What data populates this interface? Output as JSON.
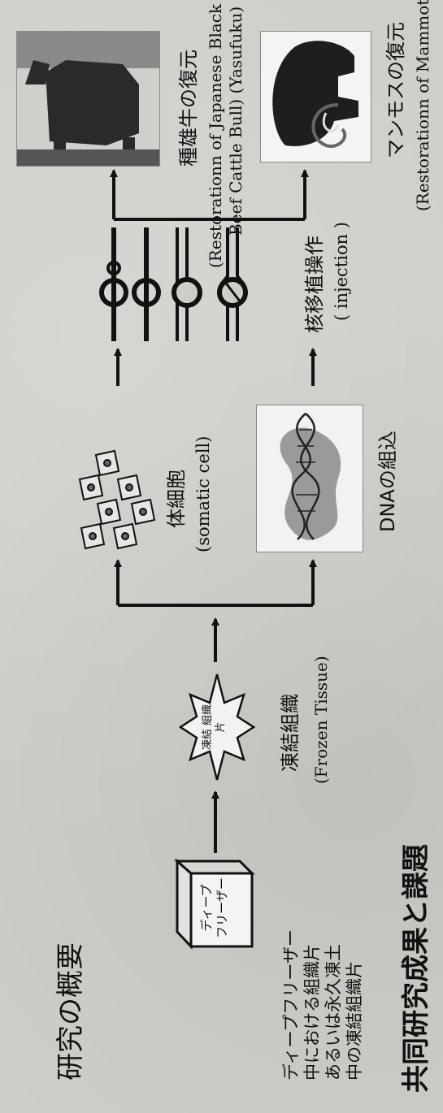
{
  "overview_title": "研究の概要",
  "results_title": "共同研究成果と課題",
  "freezer": {
    "label": "ディープ フリーザー",
    "desc": [
      "ディープフリーザー",
      "中における組織片",
      "あるいは永久凍土",
      "中の凍結組織片"
    ]
  },
  "tissue": {
    "star_label": "凍結 組織片",
    "title": "凍結組織",
    "en": "(Frozen Tissue)"
  },
  "somatic": {
    "title": "体細胞",
    "en": "(somatic cell)"
  },
  "dna": {
    "title": "DNAの組込"
  },
  "injection": {
    "title": "核移植操作",
    "en": "( injection )"
  },
  "bull": {
    "title": "種雄牛の復元",
    "en_line1": "(Restorationn of Japanese Black",
    "en_line2": "Beef Cattle Bull) (Yasufuku)"
  },
  "mammoth": {
    "title": "マンモスの復元",
    "en": "(Restorationn of Mammoth)"
  }
}
